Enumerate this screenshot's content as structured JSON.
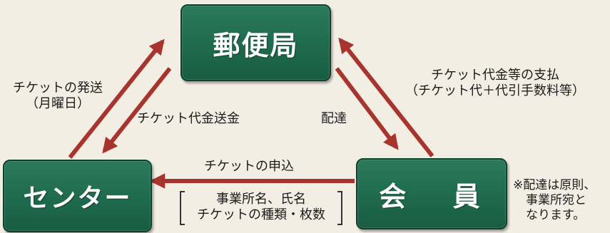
{
  "nodes": {
    "post_office": "郵便局",
    "center": "センター",
    "member": "会 員"
  },
  "flows": {
    "ticket_sending": [
      "チケットの発送",
      "（月曜日）"
    ],
    "ticket_payment_remit": "チケット代金送金",
    "delivery": "配達",
    "ticket_payment": [
      "チケット代金等の支払",
      "（チケット代＋代引手数料等）"
    ],
    "ticket_application": "チケットの申込",
    "application_details": [
      "事業所名、氏名",
      "チケットの種類・枚数"
    ]
  },
  "note": [
    "※配達は原則、",
    "事業所宛と",
    "なります。"
  ],
  "colors": {
    "node_fill": "#1f6a4e",
    "arrow": "#a8352d",
    "background": "#f2eee3"
  }
}
